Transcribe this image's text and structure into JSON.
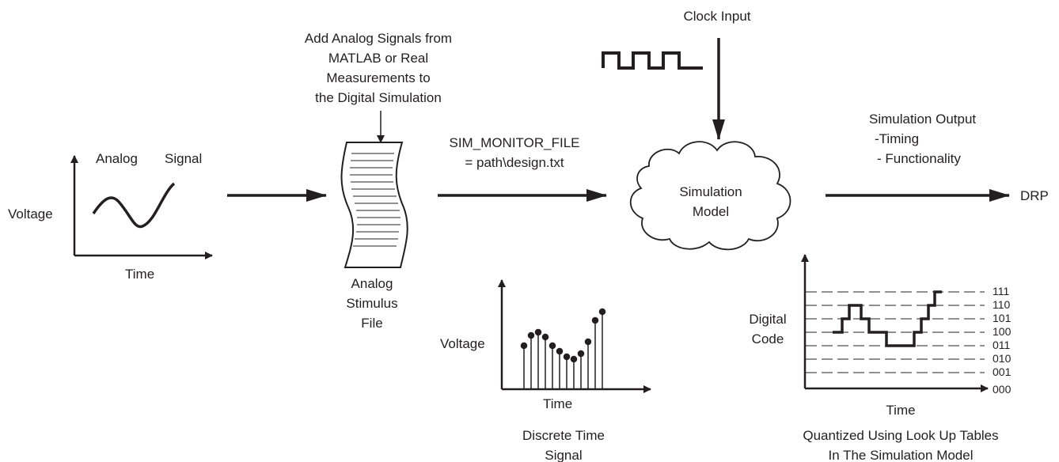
{
  "labels": {
    "analog_title_left": "Analog",
    "analog_title_right": "Signal",
    "voltage_left": "Voltage",
    "time_left": "Time",
    "add_signals": [
      "Add Analog Signals from",
      "MATLAB or Real",
      "Measurements to",
      "the Digital Simulation"
    ],
    "stimulus_file": [
      "Analog",
      "Stimulus",
      "File"
    ],
    "sim_monitor": [
      "SIM_MONITOR_FILE",
      "= path\\design.txt"
    ],
    "clock_input": "Clock Input",
    "simulation_model": [
      "Simulation",
      "Model"
    ],
    "sim_output": [
      "Simulation Output",
      "-Timing",
      "- Functionality"
    ],
    "drp": "DRP",
    "voltage_discrete": "Voltage",
    "time_discrete": "Time",
    "discrete_caption": [
      "Discrete Time",
      "Signal"
    ],
    "digital_code": [
      "Digital",
      "Code"
    ],
    "time_digital": "Time",
    "quantized_caption": [
      "Quantized Using Look Up Tables",
      "In The Simulation Model"
    ]
  },
  "digital_codes": [
    "111",
    "110",
    "101",
    "100",
    "011",
    "010",
    "001",
    "000"
  ],
  "colors": {
    "ink": "#231f20",
    "background": "#ffffff"
  }
}
